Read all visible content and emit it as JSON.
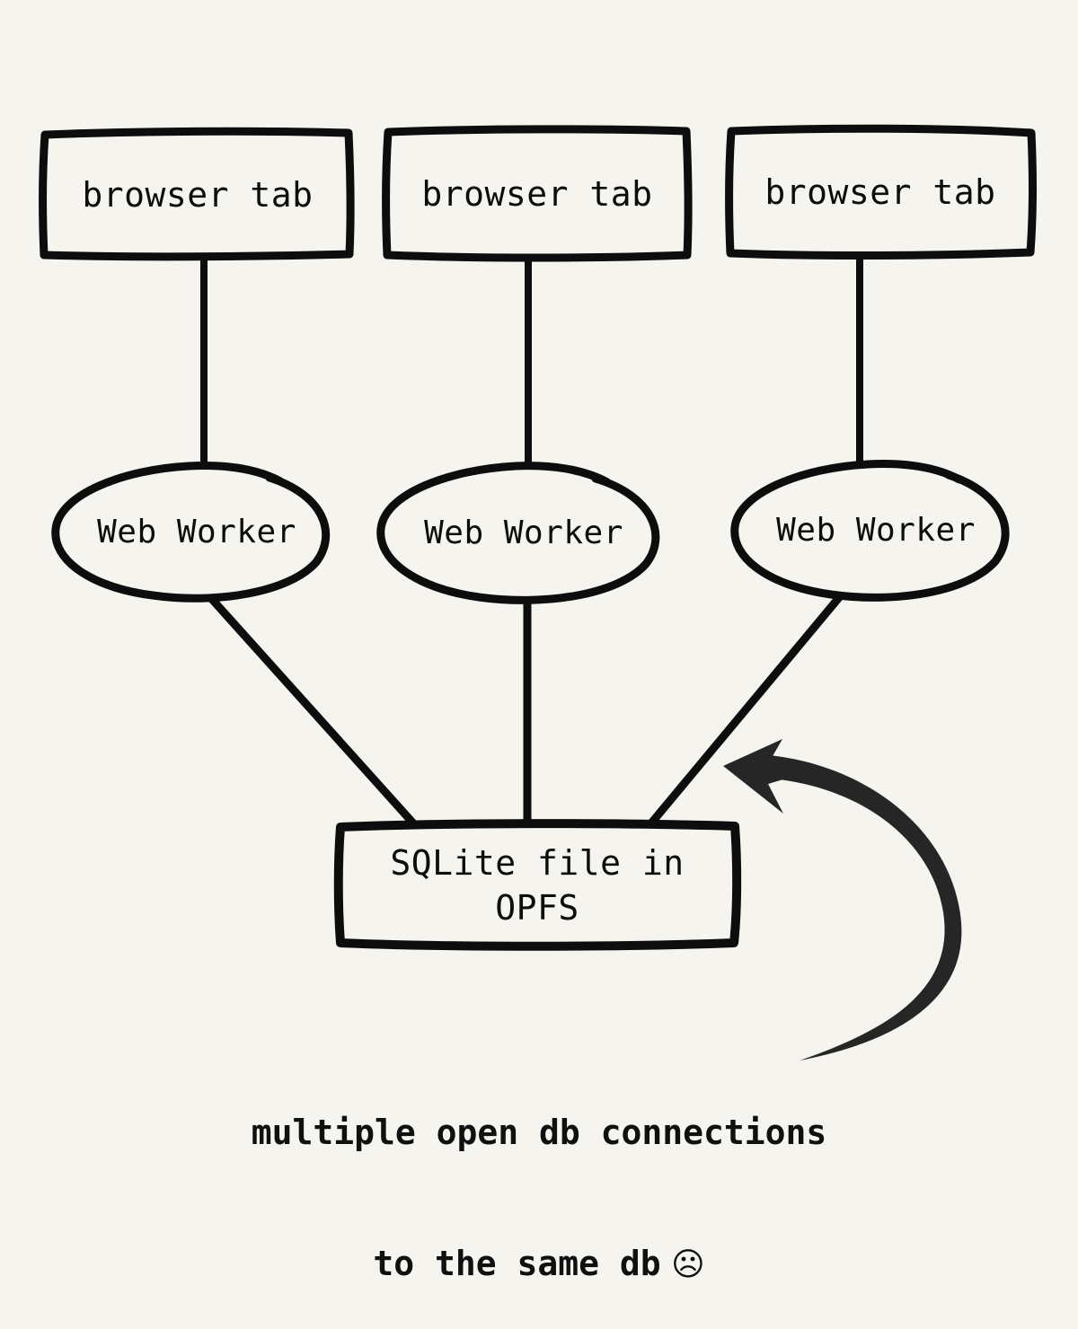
{
  "diagram": {
    "title": "multiple open db connections to the same db",
    "background_color": "#f6f4ef",
    "stroke_color": "#0d0d0d",
    "arrow_color": "#262626",
    "tabs": [
      {
        "label": "browser tab"
      },
      {
        "label": "browser tab"
      },
      {
        "label": "browser tab"
      }
    ],
    "workers": [
      {
        "label": "Web Worker"
      },
      {
        "label": "Web Worker"
      },
      {
        "label": "Web Worker"
      }
    ],
    "store": {
      "label": "SQLite file in\nOPFS"
    },
    "annotation": {
      "line1": "multiple open db connections",
      "line2": "to the same db",
      "emoji": "☹",
      "emoji_name": "frowning-face-emoji"
    }
  }
}
